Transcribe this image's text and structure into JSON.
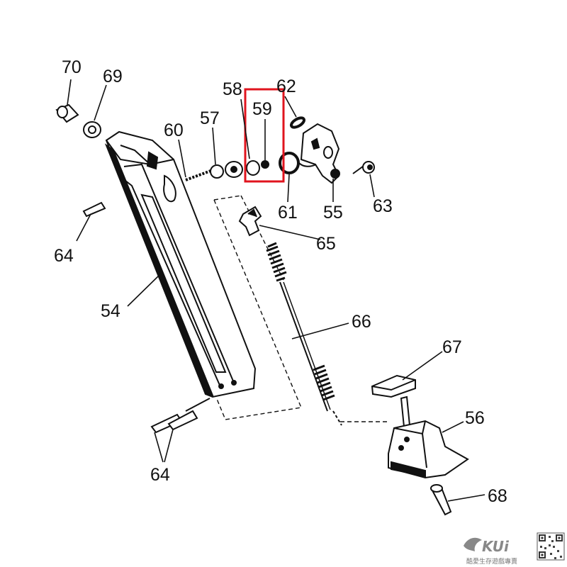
{
  "diagram": {
    "labels": {
      "p70": "70",
      "p69": "69",
      "p58": "58",
      "p59": "59",
      "p62": "62",
      "p60": "60",
      "p57": "57",
      "p61": "61",
      "p55": "55",
      "p63": "63",
      "p64a": "64",
      "p65": "65",
      "p54": "54",
      "p66": "66",
      "p67": "67",
      "p56": "56",
      "p64b": "64",
      "p68": "68"
    },
    "highlight_color": "#e0141e",
    "line_color": "#111111"
  },
  "watermark": {
    "logo_text": "KUi",
    "tagline": "酷愛生存遊戲專賣"
  }
}
